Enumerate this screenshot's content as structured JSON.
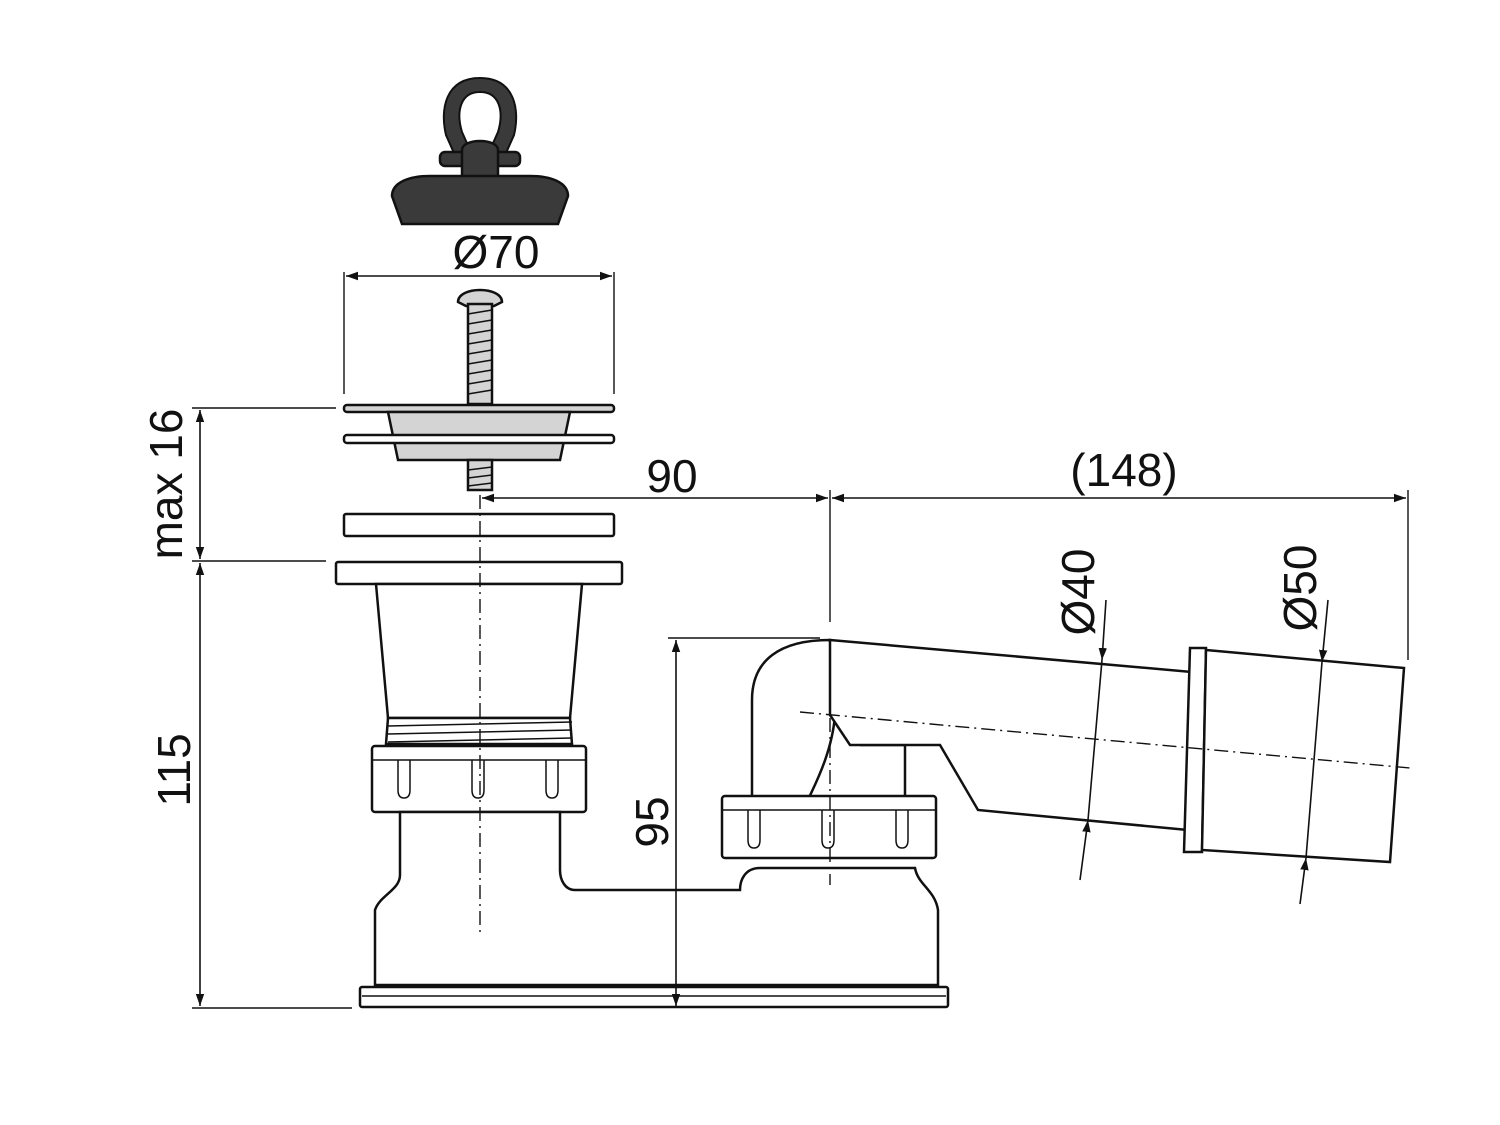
{
  "dimensions": {
    "stopper_diameter": "Ø70",
    "flange_max": "max 16",
    "outlet_offset": "90",
    "pipe_length": "(148)",
    "pipe_inner_diameter": "Ø40",
    "pipe_outer_diameter": "Ø50",
    "total_height": "115",
    "outlet_height": "95"
  },
  "colors": {
    "line": "#111111",
    "metal_fill": "#d4d4d4",
    "rubber_fill": "#3a3a3a",
    "background": "#ffffff"
  }
}
